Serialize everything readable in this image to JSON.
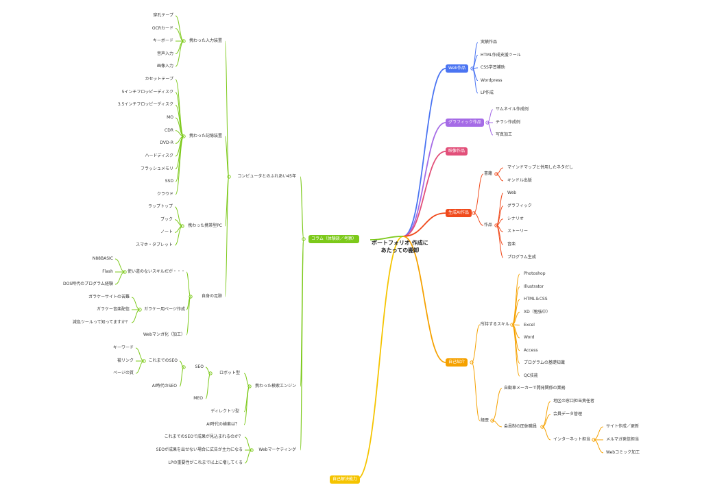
{
  "central": {
    "line1": "ポートフォリオ 作成に",
    "line2": "あたっての棚卸"
  },
  "colors": {
    "web": "#4a74f2",
    "graphic": "#a56be6",
    "video": "#e2507a",
    "ai": "#f04a1c",
    "self": "#f5a100",
    "column": "#7cc91a",
    "solve": "#f5c400"
  },
  "right": {
    "web": {
      "label": "Web作品",
      "items": [
        "実績作品",
        "HTML作成支援ツール",
        "CSS学習補助",
        "Wordpress",
        "LP作成"
      ]
    },
    "graphic": {
      "label": "グラフィック作品",
      "items": [
        "サムネイル作成例",
        "チラシ作成例",
        "写真加工"
      ]
    },
    "video": {
      "label": "映像作品"
    },
    "ai": {
      "label": "生成AI作品",
      "books": {
        "label": "書籍",
        "items": [
          "マインドマップと併用したネタだし",
          "キンドル出版"
        ]
      },
      "works": {
        "label": "作品",
        "items": [
          "Web",
          "グラフィック",
          "シナリオ",
          "ストーリー",
          "音楽",
          "プログラム生成"
        ]
      }
    },
    "self": {
      "label": "自己紹介",
      "skills": {
        "label": "所持するスキル",
        "items": [
          "Photoshop",
          "Illustrator",
          "HTML＆CSS",
          "XD（勉強中）",
          "Excel",
          "Word",
          "Access",
          "プログラムの基礎知識",
          "QC技能"
        ]
      },
      "career": {
        "label": "経歴",
        "automaker": "自動車メーカーで開発関係の業務",
        "group": {
          "label": "会員制の団体職員",
          "items": [
            "地区の窓口担当責任者",
            "会員データ管理"
          ],
          "internet": {
            "label": "インターネット担当",
            "items": [
              "サイト作成／更新",
              "メルマガ発信担当",
              "Webコミック加工"
            ]
          }
        }
      }
    },
    "solve": {
      "label": "自己解決能力"
    }
  },
  "left": {
    "column": {
      "label": "コラム（体験談／考察）"
    },
    "computer": {
      "label": "コンピュータとのふれあい45年",
      "input": {
        "label": "携わった入力装置",
        "items": [
          "穿孔テープ",
          "OCRカード",
          "キーボード",
          "音声入力",
          "画像入力"
        ]
      },
      "storage": {
        "label": "携わった記憶装置",
        "items": [
          "カセットテープ",
          "5インチフロッピーディスク",
          "3.5インチフロッピーディスク",
          "MO",
          "CDR",
          "DVD-R",
          "ハードディスク",
          "フラッシュメモリ",
          "SSD",
          "クラウド"
        ]
      },
      "pc": {
        "label": "携わった携帯型PC",
        "items": [
          "ラップトップ",
          "ブック",
          "ノート",
          "スマホ・タブレット"
        ]
      },
      "history": {
        "label": "自身の足跡",
        "skills": {
          "label": "使い道のないスキルだが・・・",
          "items": [
            "N88BASIC",
            "Flash",
            "DOS時代のプログラム経験"
          ]
        },
        "garake": {
          "label": "ガラケー用ページ作成",
          "items": [
            "ガラケーサイトの苦難",
            "ガラケー音楽配信",
            "減色ツールって知ってますか？"
          ]
        },
        "manga": "Webマンガ化（加工）"
      }
    },
    "search": {
      "label": "携わった検索エンジン",
      "robot": {
        "label": "ロボット型",
        "seo": {
          "label": "SEO",
          "past": {
            "label": "これまでのSEO",
            "items": [
              "キーワード",
              "被リンク",
              "ページの質"
            ]
          },
          "ai": "AI時代のSEO"
        },
        "meo": "MEO"
      },
      "directory": "ディレクトリ型",
      "aisearch": "AI時代の検索は？"
    },
    "marketing": {
      "label": "Webマーケティング",
      "items": [
        "これまでのSEOで成果が見込まれるのか？",
        "SEOが成果を出せない場合に広告が主力になる",
        "LPの重要性がこれまで以上に増してくる"
      ]
    }
  }
}
